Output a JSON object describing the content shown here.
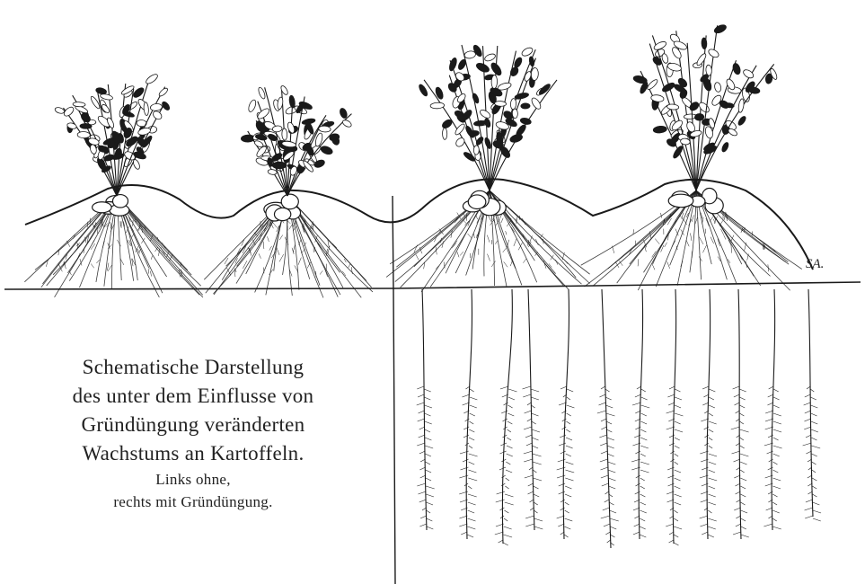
{
  "caption": {
    "line1": "Schematische Darstellung",
    "line2": "des unter dem Einflusse von",
    "line3": "Gründüngung veränderten",
    "line4": "Wachstums an Kartoffeln.",
    "line5": "Links ohne,",
    "line6": "rechts mit Gründüngung."
  },
  "signature": "SA.",
  "colors": {
    "ink": "#1a1a1a",
    "paper": "#ffffff"
  }
}
